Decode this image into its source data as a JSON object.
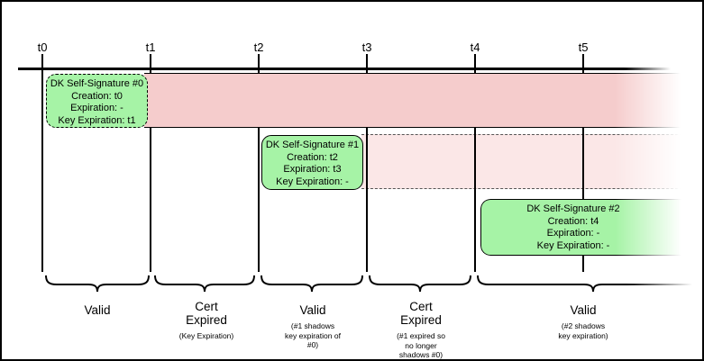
{
  "diagram": {
    "ticks": [
      "t0",
      "t1",
      "t2",
      "t3",
      "t4",
      "t5"
    ],
    "signatures": [
      {
        "title": "DK Self-Signature #0",
        "creation": "Creation: t0",
        "expiration": "Expiration: -",
        "key_expiration": "Key Expiration: t1"
      },
      {
        "title": "DK Self-Signature #1",
        "creation": "Creation: t2",
        "expiration": "Expiration: t3",
        "key_expiration": "Key Expiration: -"
      },
      {
        "title": "DK Self-Signature #2",
        "creation": "Creation: t4",
        "expiration": "Expiration: -",
        "key_expiration": "Key Expiration: -"
      }
    ],
    "periods": [
      {
        "label": "Valid",
        "note": ""
      },
      {
        "label": "Cert\nExpired",
        "note": "(Key Expiration)"
      },
      {
        "label": "Valid",
        "note": "(#1 shadows\nkey expiration of\n#0)"
      },
      {
        "label": "Cert\nExpired",
        "note": "(#1 expired so\nno longer\nshadows #0)"
      },
      {
        "label": "Valid",
        "note": "(#2 shadows\nkey expiration)"
      }
    ],
    "colors": {
      "expired-band": "#f5cccc",
      "shadow-band": "#fbe7e7",
      "signature-green": "#a6f3a6"
    }
  }
}
